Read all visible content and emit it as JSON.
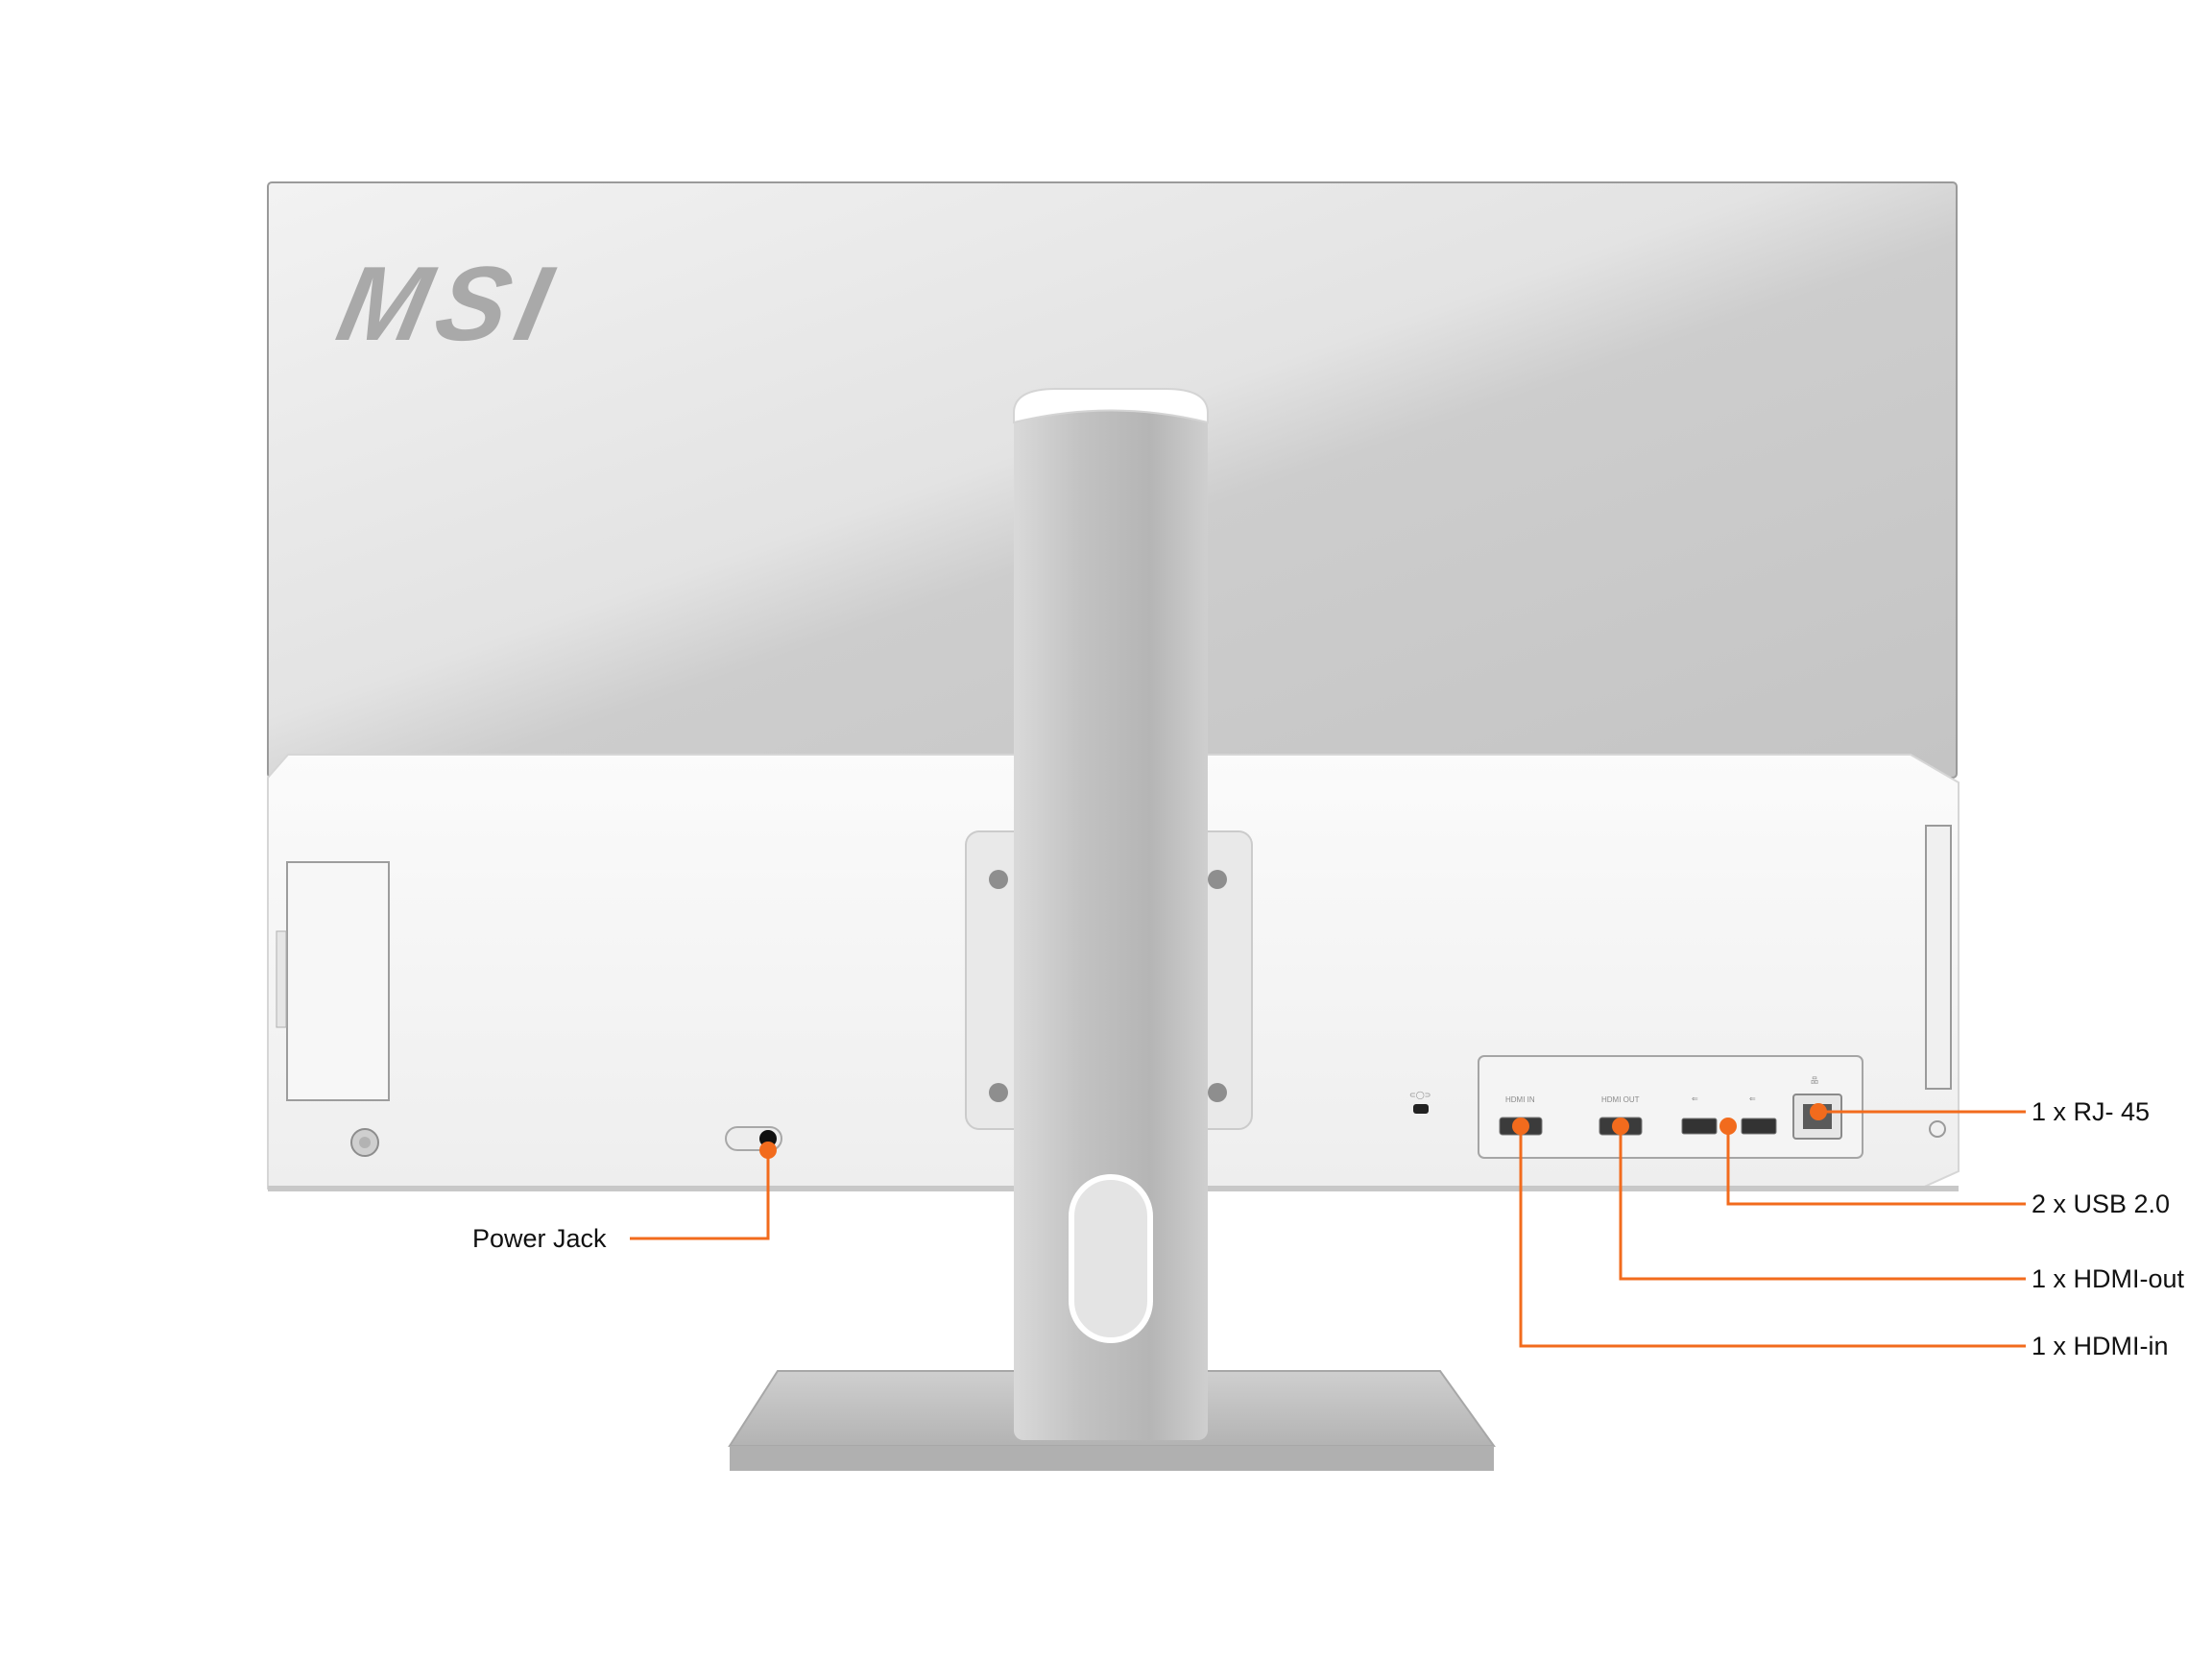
{
  "product": {
    "brand_logo": "MSI",
    "port_labels": {
      "hdmi_in": "HDMI IN",
      "hdmi_out": "HDMI OUT"
    }
  },
  "callouts": {
    "power_jack": "Power Jack",
    "rj45": "1 x RJ- 45",
    "usb": "2 x USB 2.0",
    "hdmi_out": "1 x HDMI-out",
    "hdmi_in": "1 x HDMI-in"
  },
  "colors": {
    "callout_line": "#f26b1d",
    "callout_dot": "#f26b1d",
    "panel": "#cfcfcf",
    "stand": "#c6c6c6"
  }
}
